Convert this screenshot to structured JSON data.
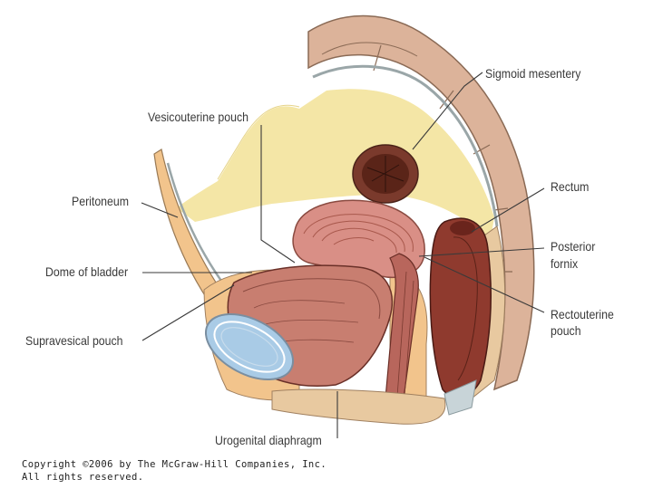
{
  "labels": {
    "sigmoid_mesentery": "Sigmoid mesentery",
    "vesicouterine_pouch": "Vesicouterine pouch",
    "peritoneum": "Peritoneum",
    "rectum": "Rectum",
    "posterior_fornix_1": "Posterior",
    "posterior_fornix_2": "fornix",
    "dome_of_bladder": "Dome of bladder",
    "rectouterine_pouch_1": "Rectouterine",
    "rectouterine_pouch_2": "pouch",
    "supravesical_pouch": "Supravesical pouch",
    "urogenital_diaphragm": "Urogenital diaphragm"
  },
  "copyright": {
    "line1": "Copyright ©2006 by The McGraw-Hill Companies, Inc.",
    "line2": "All rights reserved."
  },
  "colors": {
    "abdominal_cavity": "#f4e6a6",
    "sigmoid_colon": "#dcb39a",
    "uterus": "#d98f86",
    "bladder": "#c87e70",
    "rectum": "#8f3a2e",
    "pubic_bone": "#a9cbe6",
    "fat_tissue": "#f2c48c"
  }
}
